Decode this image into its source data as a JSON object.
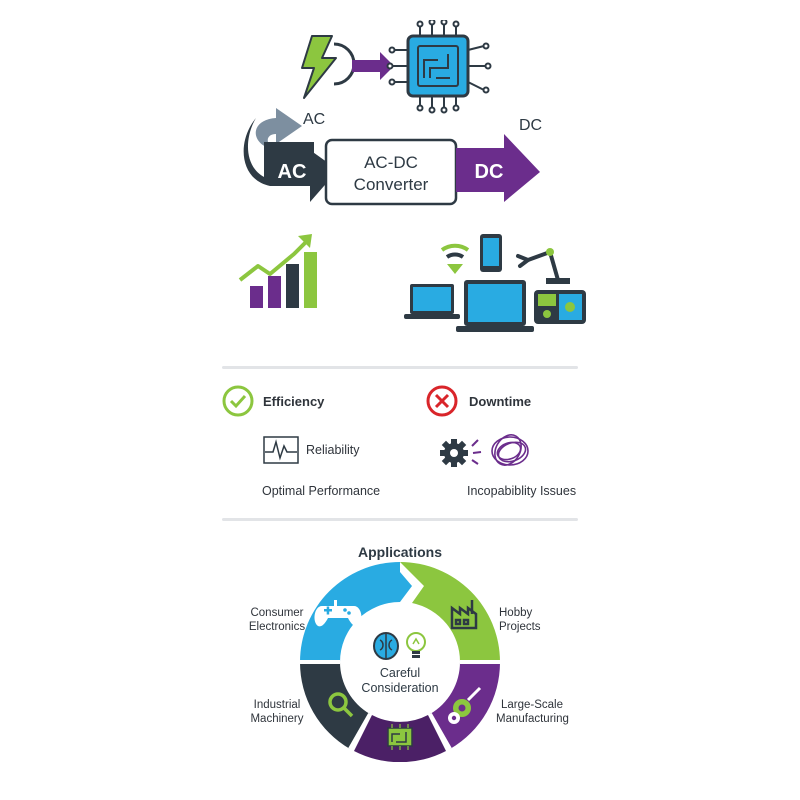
{
  "converter": {
    "input_label": "AC",
    "input_arrow_label": "AC",
    "box_line1": "AC-DC",
    "box_line2": "Converter",
    "output_label": "DC",
    "output_arrow_label": "DC"
  },
  "icons": {
    "power": "lightning-bolt-icon",
    "chip": "microchip-icon",
    "growth": "growth-chart-icon",
    "devices": "devices-icon"
  },
  "comparison": {
    "pros": {
      "title": "Efficiency",
      "sub": "Reliability",
      "footer": "Optimal Performance"
    },
    "cons": {
      "title": "Downtime",
      "footer": "Incopabiblity Issues"
    }
  },
  "applications": {
    "title": "Applications",
    "center_line1": "Careful",
    "center_line2": "Consideration",
    "items": [
      {
        "line1": "Consumer",
        "line2": "Electronics"
      },
      {
        "line1": "Hobby",
        "line2": "Projects"
      },
      {
        "line1": "Industrial",
        "line2": "Machinery"
      },
      {
        "line1": "Large-Scale",
        "line2": "Manufacturing"
      }
    ]
  },
  "colors": {
    "green": "#8cc63f",
    "purple": "#6b2d8c",
    "blue": "#29abe2",
    "dark": "#2e3a44",
    "gray_blue": "#7d8fa0",
    "red": "#d9252a"
  }
}
